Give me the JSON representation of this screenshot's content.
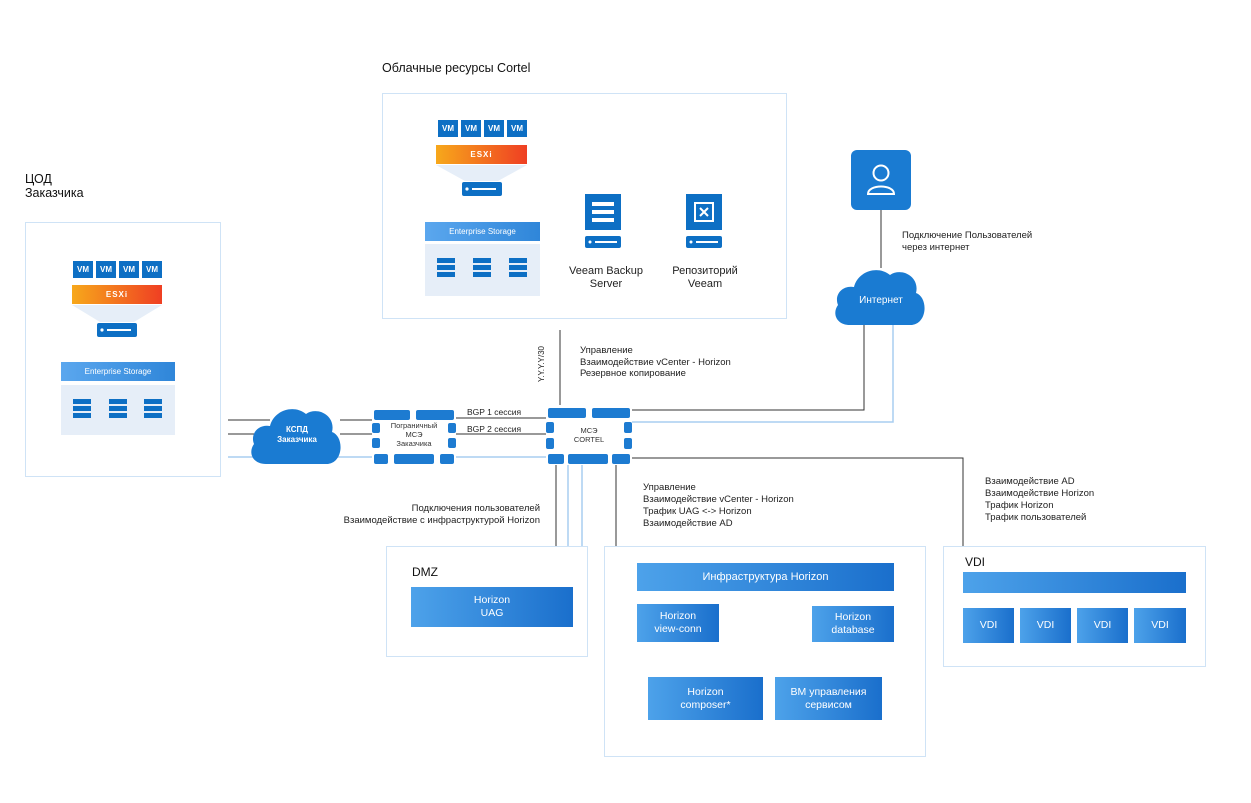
{
  "cloud_section": {
    "title": "Облачные ресурсы Cortel",
    "vm_labels": [
      "VM",
      "VM",
      "VM",
      "VM"
    ],
    "esxi_label": "ESXi",
    "storage_label": "Enterprise Storage",
    "veeam_backup": "Veeam Backup\nServer",
    "veeam_repo": "Репозиторий\nVeeam"
  },
  "customer_dc": {
    "title": "ЦОД\nЗаказчика",
    "vm_labels": [
      "VM",
      "VM",
      "VM",
      "VM"
    ],
    "esxi_label": "ESXi",
    "storage_label": "Enterprise Storage"
  },
  "network": {
    "kspd_cloud": "КСПД\nЗаказчика",
    "border_fw": "Пограничный\nМСЭ\nЗаказчика",
    "bgp1": "BGP 1 сессия",
    "bgp2": "BGP 2 сессия",
    "cortel_fw": "МСЭ\nCORTEL",
    "vertical_label": "Y.Y.Y.Y/30",
    "top_mgmt": "Управление\nВзаимодействие vCenter - Horizon\nРезервное копирование",
    "internet": "Интернет",
    "user_connection": "Подключение Пользователей\nчерез интернет"
  },
  "flows": {
    "dmz_flows": "Подключения пользователей\nВзаимодействие с инфраструктурой Horizon",
    "horizon_flows": "Управление\nВзаимодействие vCenter - Horizon\nТрафик UAG <-> Horizon\nВзаимодействие AD",
    "vdi_flows": "Взаимодействие AD\nВзаимодействие Horizon\nТрафик Horizon\nТрафик пользователей"
  },
  "dmz": {
    "title": "DMZ",
    "uag": "Horizon\nUAG"
  },
  "horizon": {
    "infra": "Инфраструктура Horizon",
    "view_conn": "Horizon\nview-conn",
    "database": "Horizon\ndatabase",
    "composer": "Horizon\ncomposer*",
    "vm_services": "ВМ управления\nсервисом"
  },
  "vdi": {
    "title": "VDI",
    "items": [
      "VDI",
      "VDI",
      "VDI",
      "VDI"
    ]
  },
  "colors": {
    "primary_blue": "#0d6fc4",
    "frame": "#cfe3f6",
    "esxi_orange": "#f26522",
    "line_blue": "#a9cdf0"
  }
}
